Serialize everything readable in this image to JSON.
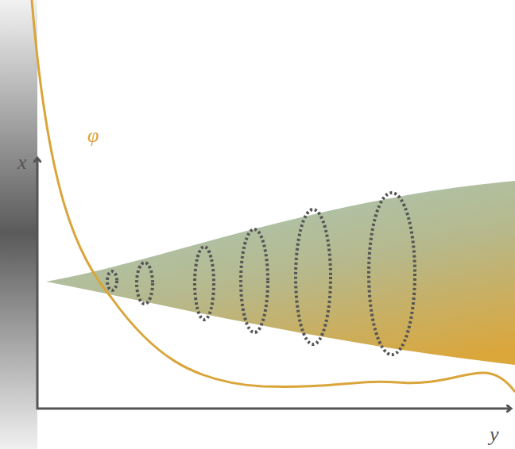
{
  "diagram": {
    "labels": [
      "φ",
      "x",
      "y"
    ]
  }
}
